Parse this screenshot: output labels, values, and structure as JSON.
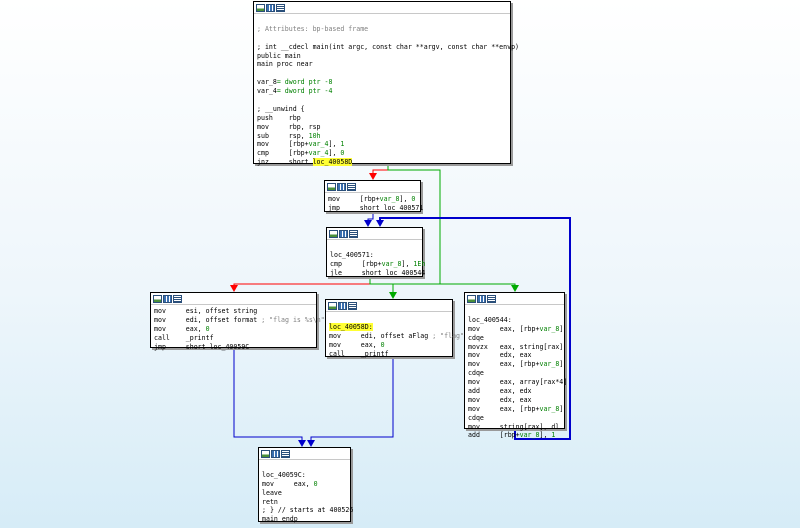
{
  "nodes": {
    "entry": {
      "lines": [
        [],
        [
          {
            "t": "; Attributes: bp-based frame",
            "c": "cmt"
          }
        ],
        [],
        [
          {
            "t": "; int __cdecl main(int argc, const char **argv, const char **envp)"
          }
        ],
        [
          {
            "t": "public main"
          }
        ],
        [
          {
            "t": "main proc near"
          }
        ],
        [],
        [
          {
            "t": "var_8"
          },
          {
            "t": "= dword ptr -8",
            "c": "grn"
          }
        ],
        [
          {
            "t": "var_4"
          },
          {
            "t": "= dword ptr -4",
            "c": "grn"
          }
        ],
        [],
        [
          {
            "t": "; __unwind {"
          }
        ],
        [
          {
            "t": "push    rbp"
          }
        ],
        [
          {
            "t": "mov     rbp, rsp"
          }
        ],
        [
          {
            "t": "sub     rsp, "
          },
          {
            "t": "10h",
            "c": "grn"
          }
        ],
        [
          {
            "t": "mov     [rbp+"
          },
          {
            "t": "var_4",
            "c": "grn"
          },
          {
            "t": "], "
          },
          {
            "t": "1",
            "c": "grn"
          }
        ],
        [
          {
            "t": "cmp     [rbp+"
          },
          {
            "t": "var_4",
            "c": "grn"
          },
          {
            "t": "], "
          },
          {
            "t": "0",
            "c": "grn"
          }
        ],
        [
          {
            "t": "jnz     short "
          },
          {
            "t": "loc_40058D",
            "c": "hl"
          }
        ]
      ]
    },
    "init": {
      "lines": [
        [
          {
            "t": "mov     [rbp+"
          },
          {
            "t": "var_8",
            "c": "grn"
          },
          {
            "t": "], "
          },
          {
            "t": "0",
            "c": "grn"
          }
        ],
        [
          {
            "t": "jmp     short loc_400571"
          }
        ]
      ]
    },
    "loop_check": {
      "lines": [
        [],
        [
          {
            "t": "loc_400571:"
          }
        ],
        [
          {
            "t": "cmp     [rbp+"
          },
          {
            "t": "var_8",
            "c": "grn"
          },
          {
            "t": "], "
          },
          {
            "t": "1Eh",
            "c": "grn"
          }
        ],
        [
          {
            "t": "jle     short loc_400544"
          }
        ]
      ]
    },
    "print_string": {
      "lines": [
        [
          {
            "t": "mov     esi, offset string"
          }
        ],
        [
          {
            "t": "mov     edi, offset format "
          },
          {
            "t": "; \"flag is %s\\n\"",
            "c": "cmt"
          }
        ],
        [
          {
            "t": "mov     eax, "
          },
          {
            "t": "0",
            "c": "grn"
          }
        ],
        [
          {
            "t": "call    _printf"
          }
        ],
        [
          {
            "t": "jmp     short loc_40059C"
          }
        ]
      ]
    },
    "print_flag": {
      "lines": [
        [],
        [
          {
            "t": "loc_40058D:",
            "c": "hl"
          }
        ],
        [
          {
            "t": "mov     edi, offset aFlag "
          },
          {
            "t": "; \"flag\"",
            "c": "cmt"
          }
        ],
        [
          {
            "t": "mov     eax, "
          },
          {
            "t": "0",
            "c": "grn"
          }
        ],
        [
          {
            "t": "call    _printf"
          }
        ]
      ]
    },
    "loop_body": {
      "lines": [
        [],
        [
          {
            "t": "loc_400544:"
          }
        ],
        [
          {
            "t": "mov     eax, [rbp+"
          },
          {
            "t": "var_8",
            "c": "grn"
          },
          {
            "t": "]"
          }
        ],
        [
          {
            "t": "cdqe"
          }
        ],
        [
          {
            "t": "movzx   eax, string[rax]"
          }
        ],
        [
          {
            "t": "mov     edx, eax"
          }
        ],
        [
          {
            "t": "mov     eax, [rbp+"
          },
          {
            "t": "var_8",
            "c": "grn"
          },
          {
            "t": "]"
          }
        ],
        [
          {
            "t": "cdqe"
          }
        ],
        [
          {
            "t": "mov     eax, array[rax*4]"
          }
        ],
        [
          {
            "t": "add     eax, edx"
          }
        ],
        [
          {
            "t": "mov     edx, eax"
          }
        ],
        [
          {
            "t": "mov     eax, [rbp+"
          },
          {
            "t": "var_8",
            "c": "grn"
          },
          {
            "t": "]"
          }
        ],
        [
          {
            "t": "cdqe"
          }
        ],
        [
          {
            "t": "mov     string[rax], dl"
          }
        ],
        [
          {
            "t": "add     [rbp+"
          },
          {
            "t": "var_8",
            "c": "grn"
          },
          {
            "t": "], "
          },
          {
            "t": "1",
            "c": "grn"
          }
        ]
      ]
    },
    "exit": {
      "lines": [
        [],
        [
          {
            "t": "loc_40059C:"
          }
        ],
        [
          {
            "t": "mov     eax, "
          },
          {
            "t": "0",
            "c": "grn"
          }
        ],
        [
          {
            "t": "leave"
          }
        ],
        [
          {
            "t": "retn"
          }
        ],
        [
          {
            "t": "; } // starts at 400526"
          }
        ],
        [
          {
            "t": "main endp"
          }
        ]
      ]
    }
  },
  "colors": {
    "edge_true": "#00aa00",
    "edge_false": "#ff0000",
    "edge_unconditional": "#0000cc",
    "highlight": "#ffff33"
  },
  "header_icons": [
    "graph-icon",
    "chart-icon",
    "list-icon"
  ]
}
